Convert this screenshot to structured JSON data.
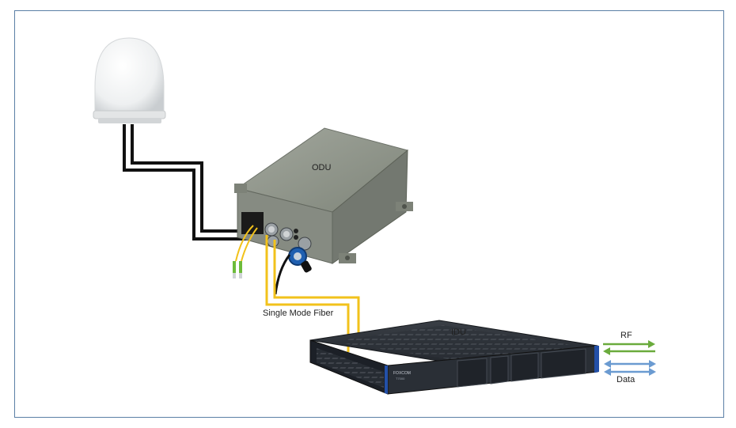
{
  "labels": {
    "odu": "ODU",
    "idu": "IDU",
    "fiber": "Single Mode Fiber",
    "rf": "RF",
    "data": "Data"
  },
  "device_text": {
    "brand": "FOXCOM",
    "model": "T7000"
  },
  "colors": {
    "border": "#5b7fa6",
    "fiber": "#f2c21b",
    "coax_outer": "#111111",
    "rf_arrow": "#6aab3c",
    "data_arrow": "#6b9bd1",
    "odu_body": "#8a8f86",
    "idu_body": "#1c2027"
  }
}
